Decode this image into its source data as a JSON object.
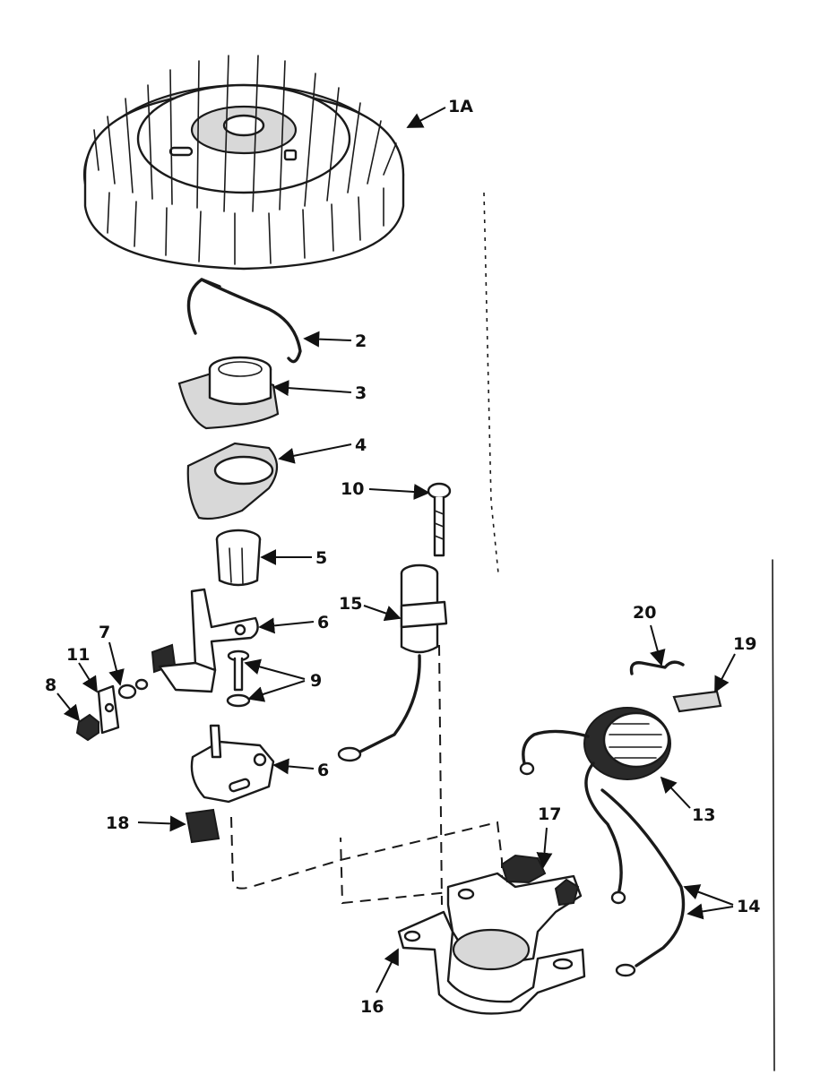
{
  "callouts": {
    "p1A": "1A",
    "p2": "2",
    "p3": "3",
    "p4": "4",
    "p5": "5",
    "p6a": "6",
    "p6b": "6",
    "p7": "7",
    "p8": "8",
    "p9": "9",
    "p10": "10",
    "p11": "11",
    "p13": "13",
    "p14": "14",
    "p15": "15",
    "p16": "16",
    "p17": "17",
    "p18": "18",
    "p19": "19",
    "p20": "20"
  }
}
